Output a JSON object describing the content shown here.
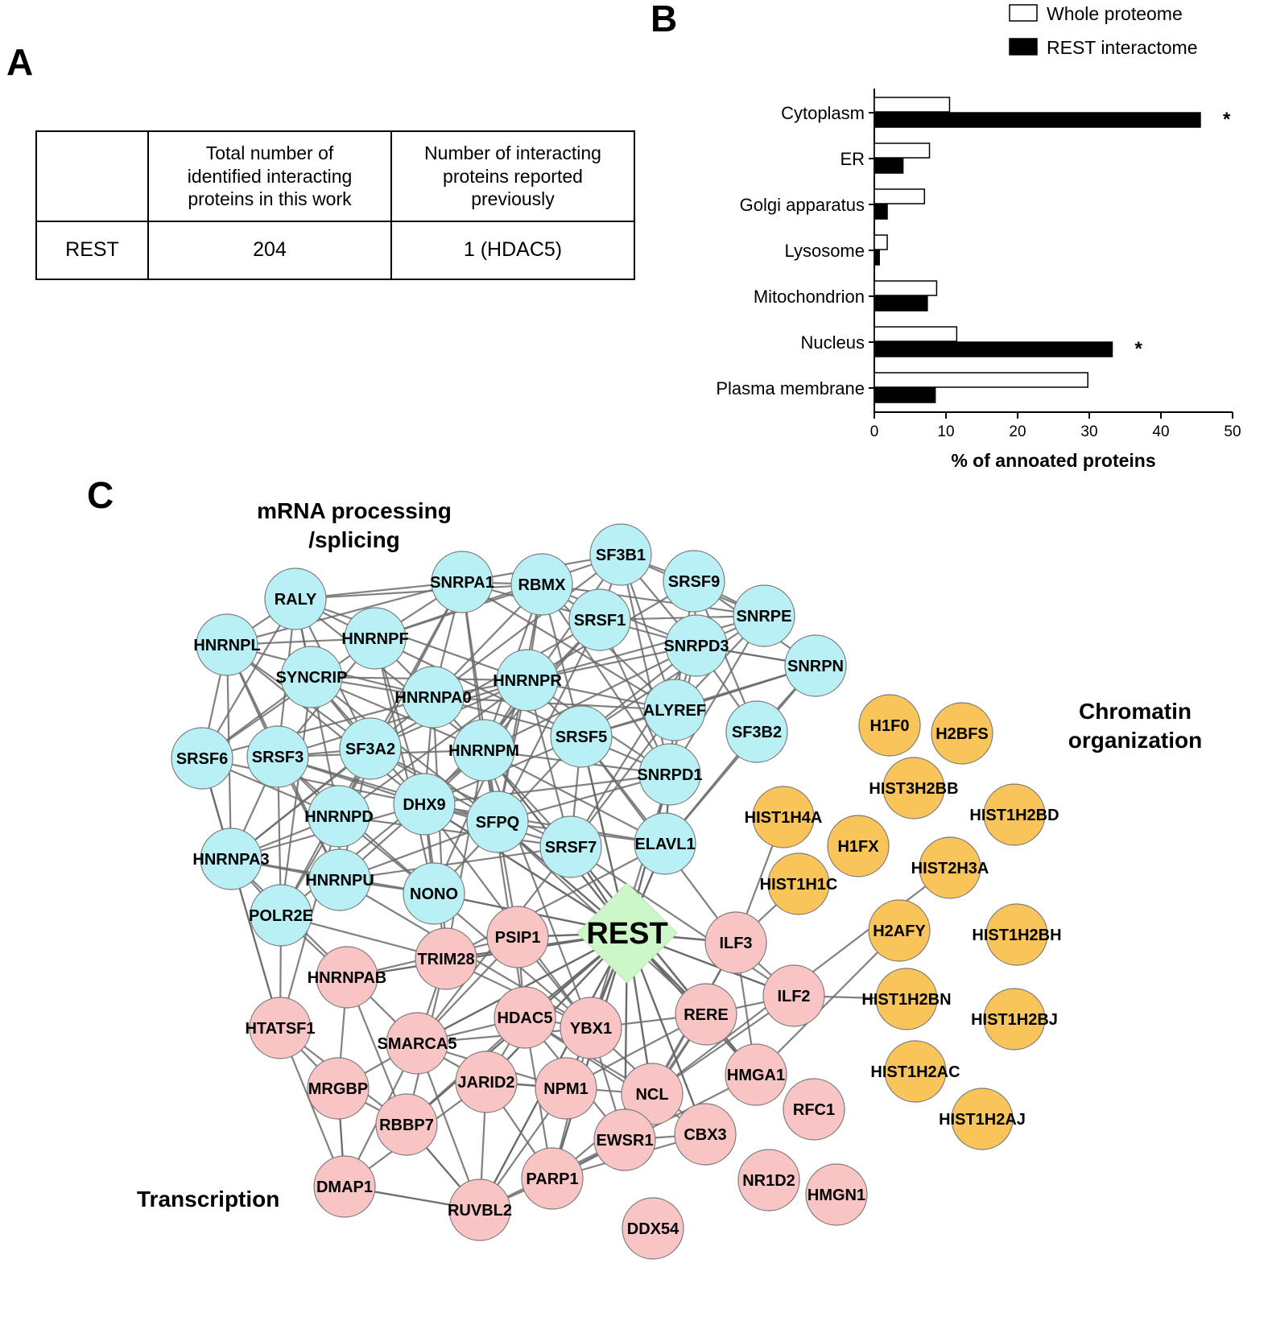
{
  "panels": {
    "a": "A",
    "b": "B",
    "c": "C"
  },
  "table": {
    "headers": [
      "",
      "Total number of identified interacting proteins in this work",
      "Number of interacting proteins reported previously"
    ],
    "header_lines": [
      [],
      [
        "Total number of",
        "identified interacting",
        "proteins in this work"
      ],
      [
        "Number of interacting",
        "proteins reported",
        "previously"
      ]
    ],
    "rows": [
      [
        "REST",
        "204",
        "1 (HDAC5)"
      ]
    ]
  },
  "chart_data": {
    "type": "bar",
    "orientation": "horizontal",
    "categories": [
      "Cytoplasm",
      "ER",
      "Golgi apparatus",
      "Lysosome",
      "Mitochondrion",
      "Nucleus",
      "Plasma membrane"
    ],
    "series": [
      {
        "name": "Whole proteome",
        "values": [
          10.5,
          7.7,
          7.0,
          1.8,
          8.7,
          11.5,
          29.8
        ],
        "color": "#ffffff"
      },
      {
        "name": "REST interactome",
        "values": [
          45.5,
          4.0,
          1.8,
          0.7,
          7.4,
          33.2,
          8.5
        ],
        "color": "#000000"
      }
    ],
    "significance": [
      "*",
      "",
      "",
      "",
      "",
      "*",
      ""
    ],
    "xlabel": "% of annoated proteins",
    "xlim": [
      0,
      50
    ],
    "xticks": [
      0,
      10,
      20,
      30,
      40,
      50
    ],
    "legend_position": "top-right"
  },
  "network": {
    "center": "REST",
    "group_labels": {
      "mrna": [
        "mRNA processing",
        "/splicing"
      ],
      "chromatin": [
        "Chromatin",
        "organization"
      ],
      "transcription": [
        "Transcription"
      ]
    },
    "colors": {
      "mrna": "#b8f0f5",
      "transcription": "#f9c4c4",
      "chromatin": "#f9c55a",
      "center": "#ccf7c8",
      "edge": "#6b6b6b"
    },
    "mrna_nodes": [
      "SF3B1",
      "SNRPA1",
      "RBMX",
      "SRSF9",
      "RALY",
      "SRSF1",
      "SNRPE",
      "HNRNPF",
      "HNRNPL",
      "SNRPD3",
      "SNRPN",
      "SYNCRIP",
      "HNRNPR",
      "HNRNPA0",
      "ALYREF",
      "SF3B2",
      "SRSF5",
      "SF3A2",
      "HNRNPM",
      "SRSF6",
      "SRSF3",
      "SNRPD1",
      "DHX9",
      "HNRNPD",
      "SFPQ",
      "SRSF7",
      "ELAVL1",
      "HNRNPA3",
      "HNRNPU",
      "NONO",
      "POLR2E"
    ],
    "transcription_nodes": [
      "PSIP1",
      "TRIM28",
      "ILF3",
      "HNRNPAB",
      "ILF2",
      "HDAC5",
      "YBX1",
      "RERE",
      "HTATSF1",
      "SMARCA5",
      "JARID2",
      "NPM1",
      "NCL",
      "HMGA1",
      "MRGBP",
      "RFC1",
      "RBBP7",
      "CBX3",
      "EWSR1",
      "PARP1",
      "DMAP1",
      "NR1D2",
      "HMGN1",
      "RUVBL2",
      "DDX54"
    ],
    "chromatin_nodes": [
      "H1F0",
      "H2BFS",
      "HIST3H2BB",
      "HIST1H2BD",
      "HIST1H4A",
      "H1FX",
      "HIST2H3A",
      "HIST1H1C",
      "H2AFY",
      "HIST1H2BH",
      "HIST1H2BN",
      "HIST1H2BJ",
      "HIST1H2AC",
      "HIST1H2AJ"
    ]
  }
}
